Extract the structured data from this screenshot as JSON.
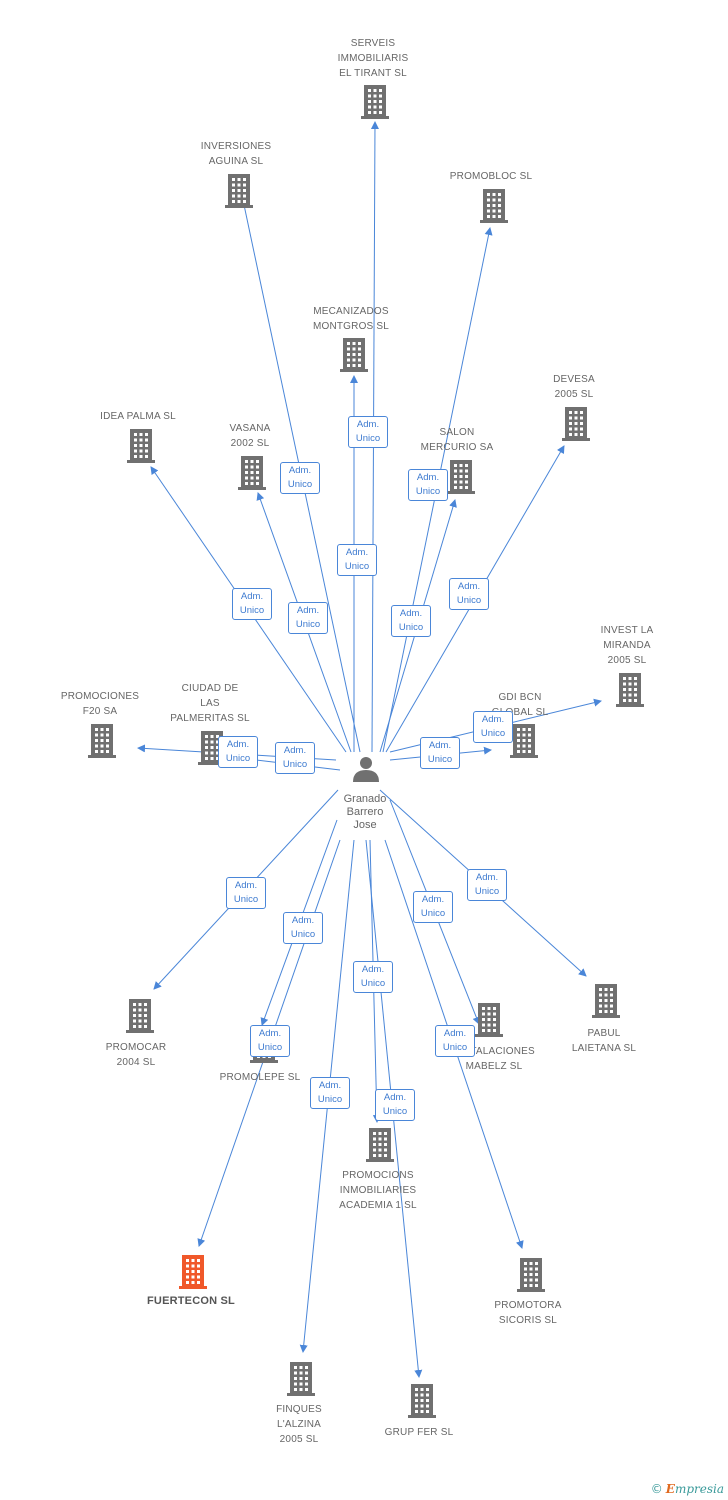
{
  "colors": {
    "edge": "#4a86d8",
    "building": "#707070",
    "building_highlight": "#f0582a",
    "label": "#666666",
    "role_text": "#3e7bd0"
  },
  "person": {
    "name_lines": [
      "Granado",
      "Barrero",
      "Jose"
    ],
    "icon": "person-icon"
  },
  "role_lines": [
    "Adm.",
    "Unico"
  ],
  "companies": [
    {
      "id": "serveis",
      "label_lines": [
        "SERVEIS",
        "IMMOBILIARIS",
        "EL TIRANT SL"
      ],
      "icon": "building-icon",
      "highlight": false
    },
    {
      "id": "inversiones",
      "label_lines": [
        "INVERSIONES",
        "AGUINA SL"
      ],
      "icon": "building-icon",
      "highlight": false
    },
    {
      "id": "promobloc",
      "label_lines": [
        "PROMOBLOC SL"
      ],
      "icon": "building-icon",
      "highlight": false
    },
    {
      "id": "mecanizados",
      "label_lines": [
        "MECANIZADOS",
        "MONTGROS SL"
      ],
      "icon": "building-icon",
      "highlight": false
    },
    {
      "id": "devesa",
      "label_lines": [
        "DEVESA",
        "2005 SL"
      ],
      "icon": "building-icon",
      "highlight": false
    },
    {
      "id": "idea",
      "label_lines": [
        "IDEA PALMA SL"
      ],
      "icon": "building-icon",
      "highlight": false
    },
    {
      "id": "vasana",
      "label_lines": [
        "VASANA",
        "2002 SL"
      ],
      "icon": "building-icon",
      "highlight": false
    },
    {
      "id": "salon",
      "label_lines": [
        "SALON",
        "MERCURIO SA"
      ],
      "icon": "building-icon",
      "highlight": false
    },
    {
      "id": "invest",
      "label_lines": [
        "INVEST LA",
        "MIRANDA",
        "2005 SL"
      ],
      "icon": "building-icon",
      "highlight": false
    },
    {
      "id": "promociones_f20",
      "label_lines": [
        "PROMOCIONES",
        "F20 SA"
      ],
      "icon": "building-icon",
      "highlight": false
    },
    {
      "id": "ciudad",
      "label_lines": [
        "CIUDAD DE",
        "LAS",
        "PALMERITAS SL"
      ],
      "icon": "building-icon",
      "highlight": false
    },
    {
      "id": "gdi",
      "label_lines": [
        "GDI BCN",
        "GLOBAL SL"
      ],
      "icon": "building-icon",
      "highlight": false
    },
    {
      "id": "promocar",
      "label_lines": [
        "PROMOCAR",
        "2004 SL"
      ],
      "icon": "building-icon",
      "highlight": false
    },
    {
      "id": "promolepe",
      "label_lines": [
        "PROMOLEPE SL"
      ],
      "icon": "building-icon",
      "highlight": false
    },
    {
      "id": "instalaciones",
      "label_lines": [
        "INSTALACIONES",
        "MABELZ SL"
      ],
      "icon": "building-icon",
      "highlight": false
    },
    {
      "id": "pabul",
      "label_lines": [
        "PABUL",
        "LAIETANA SL"
      ],
      "icon": "building-icon",
      "highlight": false
    },
    {
      "id": "academia",
      "label_lines": [
        "PROMOCIONS",
        "INMOBILIARIES",
        "ACADEMIA 1 SL"
      ],
      "icon": "building-icon",
      "highlight": false
    },
    {
      "id": "fuertecon",
      "label_lines": [
        "FUERTECON SL"
      ],
      "icon": "building-icon",
      "highlight": true
    },
    {
      "id": "sicoris",
      "label_lines": [
        "PROMOTORA",
        "SICORIS SL"
      ],
      "icon": "building-icon",
      "highlight": false
    },
    {
      "id": "finques",
      "label_lines": [
        "FINQUES",
        "L'ALZINA",
        "2005 SL"
      ],
      "icon": "building-icon",
      "highlight": false
    },
    {
      "id": "grupfer",
      "label_lines": [
        "GRUP FER SL"
      ],
      "icon": "building-icon",
      "highlight": false
    }
  ],
  "brand": {
    "copyright": "©",
    "initial": "E",
    "rest": "mpresia"
  }
}
